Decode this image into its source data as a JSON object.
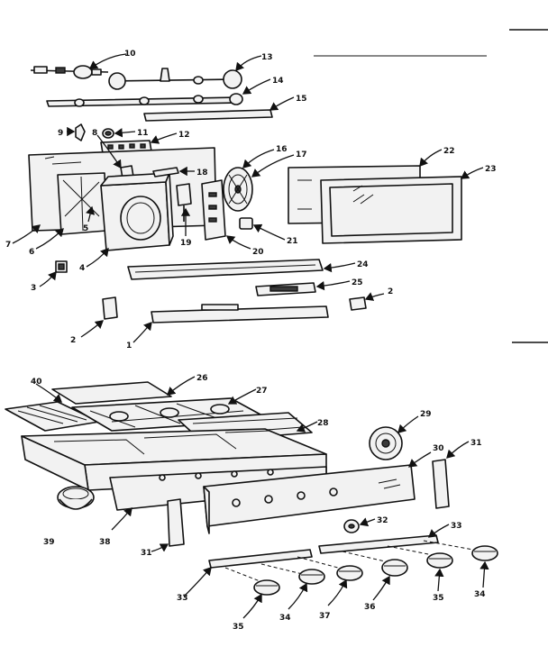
{
  "callouts": {
    "c1": "1",
    "c2a": "2",
    "c2b": "2",
    "c3": "3",
    "c4": "4",
    "c5": "5",
    "c6": "6",
    "c7": "7",
    "c8": "8",
    "c9": "9",
    "c10": "10",
    "c11": "11",
    "c12": "12",
    "c13": "13",
    "c14": "14",
    "c15": "15",
    "c16": "16",
    "c17": "17",
    "c18": "18",
    "c19": "19",
    "c20": "20",
    "c21": "21",
    "c22": "22",
    "c23": "23",
    "c24": "24",
    "c25": "25",
    "c26": "26",
    "c27": "27",
    "c28": "28",
    "c29": "29",
    "c30": "30",
    "c31a": "31",
    "c31b": "31",
    "c32": "32",
    "c33a": "33",
    "c33b": "33",
    "c34a": "34",
    "c34b": "34",
    "c35a": "35",
    "c35b": "35",
    "c36": "36",
    "c37": "37",
    "c38": "38",
    "c39": "39",
    "c40": "40"
  }
}
